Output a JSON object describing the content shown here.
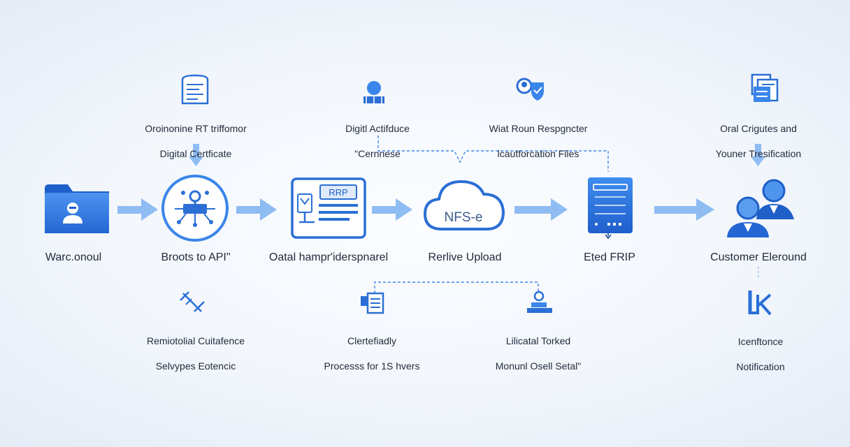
{
  "colors": {
    "primary": "#2f7be5",
    "primary_dark": "#1e5fc8",
    "arrow": "#8fbcf2",
    "icon_line": "#2b6fd6",
    "dashed": "#3d86e6",
    "text": "#1f2a3a"
  },
  "top_annotations": [
    {
      "icon": "certificate-document-icon",
      "line1": "Oroinonine RT triffomor",
      "line2": "Digital Certficate"
    },
    {
      "icon": "user-network-icon",
      "line1": "Digitl Actifduce",
      "line2": "\"Cernnese"
    },
    {
      "icon": "user-shield-icon",
      "line1": "Wiat Roun Respgncter",
      "line2": "lcautforcation Files"
    },
    {
      "icon": "files-stack-icon",
      "line1": "Oral Crigutes and",
      "line2": "Youner Tresification"
    }
  ],
  "main_steps": [
    {
      "icon": "folder-user-icon",
      "label": "Warc.onoul"
    },
    {
      "icon": "api-network-icon",
      "label": "Broots to API\""
    },
    {
      "icon": "form-dashboard-icon",
      "badge": "RRP",
      "label": "Oatal hampr'iderspnarel"
    },
    {
      "icon": "cloud-icon",
      "badge": "NFS-e",
      "label": "Rerlive Upload"
    },
    {
      "icon": "server-icon",
      "label": "Eted FRIP"
    },
    {
      "icon": "customers-icon",
      "label": "Customer Eleround"
    }
  ],
  "bottom_annotations": [
    {
      "icon": "tools-icon",
      "line1": "Remiotolial Cuitafence",
      "line2": "Selvypes Eotencic"
    },
    {
      "icon": "document-stamp-icon",
      "line1": "Clertefiadly",
      "line2": "Processs for 1S hvers"
    },
    {
      "icon": "user-desk-icon",
      "line1": "Lilicatal Torked",
      "line2": "Monunl Osell Setal\""
    },
    {
      "icon": "lk-logo-icon",
      "line1": "Icenftonce",
      "line2": "Notification"
    }
  ]
}
